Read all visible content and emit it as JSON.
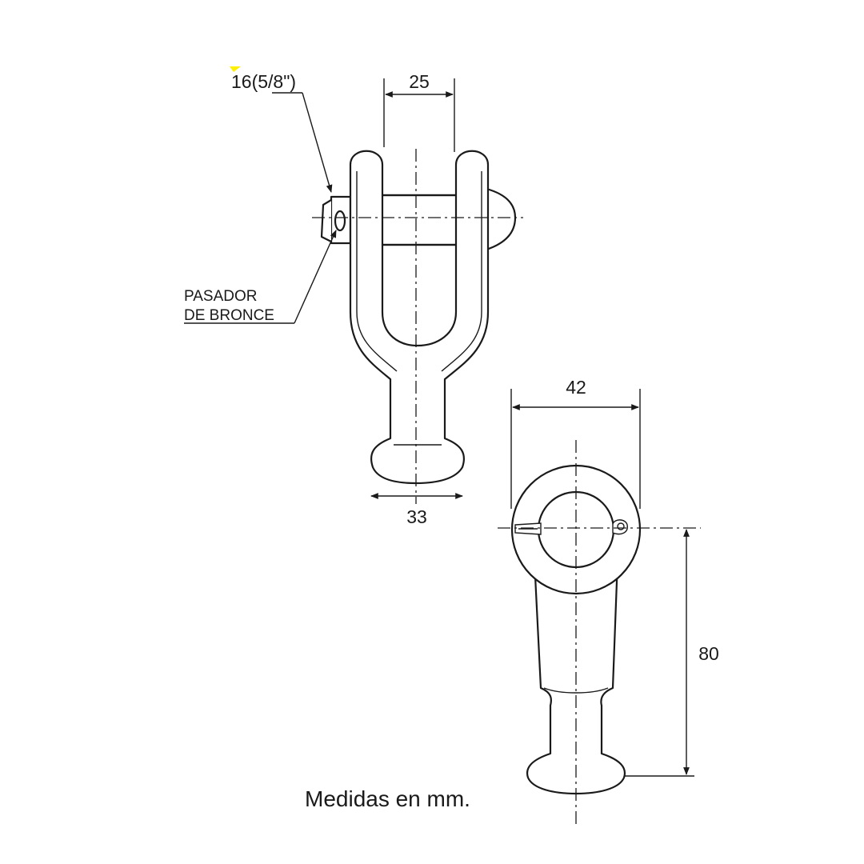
{
  "dimensions": {
    "jaw_width": "25",
    "pin_size": "16(5/8\")",
    "base_width": "33",
    "ball_width": "42",
    "height": "80"
  },
  "labels": {
    "pin_label_line1": "PASADOR",
    "pin_label_line2": "DE BRONCE"
  },
  "note": "Medidas en mm.",
  "colors": {
    "line": "#1a1a1a",
    "background": "#ffffff",
    "marker": "#ffef00"
  }
}
